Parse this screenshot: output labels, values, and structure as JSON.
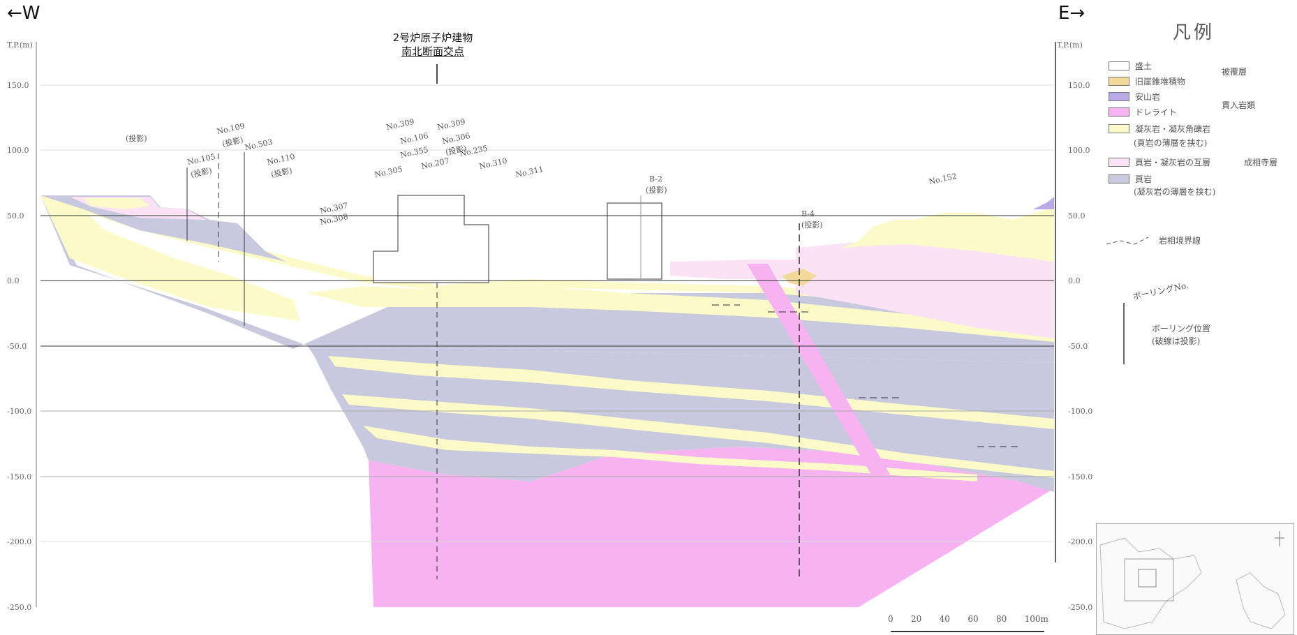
{
  "direction": {
    "west": "←W",
    "east": "E→"
  },
  "axis": {
    "unit_left": "T.P.(m)",
    "unit_right": "T.P.(m)",
    "ticks_left": [
      "150.0",
      "100.0",
      "50.0",
      "0.0",
      "-50.0",
      "-100.0",
      "-150.0",
      "-200.0",
      "-250.0"
    ],
    "ticks_right": [
      "150.0",
      "100.0",
      "50.0",
      "0.0",
      "-50.0",
      "-100.0",
      "-150.0",
      "-200.0",
      "-250.0"
    ]
  },
  "building": {
    "title": "2号炉原子炉建物",
    "subtitle": "南北断面交点"
  },
  "borings": {
    "projection_note": "(投影)",
    "no109": "No.109",
    "no105": "No.105",
    "no503": "No.503",
    "no110": "No.110",
    "no307": "No.307",
    "no308": "No.308",
    "no309a": "No.309",
    "no305": "No.305",
    "no106": "No.106",
    "no309b": "No.309",
    "no355": "No.355",
    "no306": "No.306",
    "no207": "No.207",
    "no235": "No.235",
    "no310": "No.310",
    "no311": "No.311",
    "b2": "B-2",
    "b4": "B-4",
    "no152": "No.152"
  },
  "legend": {
    "title": "凡例",
    "items": [
      {
        "label": "盛土",
        "color": "#ffffff"
      },
      {
        "label": "旧崖錐堆積物",
        "color": "#f3d99a"
      },
      {
        "label": "安山岩",
        "color": "#b9a9e6"
      },
      {
        "label": "ドレライト",
        "color": "#f7b2f1"
      },
      {
        "label": "凝灰岩・凝灰角礫岩",
        "color": "#fbfac8"
      },
      {
        "label": "頁岩・凝灰岩の互層",
        "color": "#fbe3f5"
      },
      {
        "label": "頁岩",
        "color": "#c8c9de"
      }
    ],
    "notes": {
      "tuff_sub": "(頁岩の薄層を挟む)",
      "shale_sub": "(凝灰岩の薄層を挟む)"
    },
    "groups": {
      "cover": "被覆層",
      "intrusive": "貫入岩類",
      "formation": "成相寺層"
    },
    "rock_boundary": "岩相境界線",
    "boring_label": "ボーリングNo.",
    "boring_position": "ボーリング位置",
    "boring_position_sub": "(破線は投影)"
  },
  "scale": {
    "labels": [
      "0",
      "20",
      "40",
      "60",
      "80",
      "100m"
    ]
  },
  "colors": {
    "fill": "#ffffff",
    "deposit": "#f3d99a",
    "andesite": "#b9a9e6",
    "dolerite": "#f7b2f1",
    "tuff": "#fbfac8",
    "alternation": "#fbe3f5",
    "shale": "#c8c9de"
  }
}
